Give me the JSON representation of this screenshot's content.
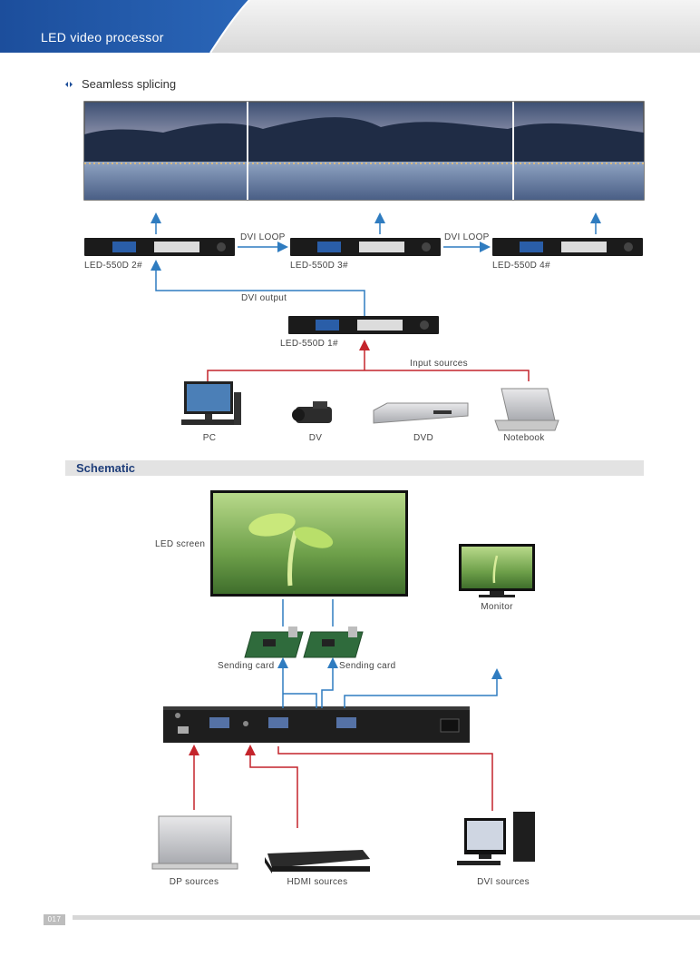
{
  "header": {
    "title": "LED video processor",
    "brand_color": "#1e4f9a"
  },
  "splicing": {
    "title": "Seamless splicing",
    "units": [
      {
        "label": "LED-550D 2#"
      },
      {
        "label": "LED-550D 3#"
      },
      {
        "label": "LED-550D 4#"
      },
      {
        "label": "LED-550D 1#"
      }
    ],
    "loop_labels": [
      "DVI LOOP",
      "DVI LOOP"
    ],
    "dvi_output_label": "DVI output",
    "input_sources_label": "Input sources",
    "sources": [
      "PC",
      "DV",
      "DVD",
      "Notebook"
    ]
  },
  "schematic": {
    "title": "Schematic",
    "led_screen_label": "LED screen",
    "monitor_label": "Monitor",
    "sending_cards": [
      "Sending card",
      "Sending card"
    ],
    "bottom_sources": [
      "DP sources",
      "HDMI sources",
      "DVI sources"
    ]
  },
  "colors": {
    "blue_arrow": "#2f7cc0",
    "red_arrow": "#c4242b",
    "bar": "#e3e3e3"
  },
  "footer": {
    "page_number": "017"
  }
}
